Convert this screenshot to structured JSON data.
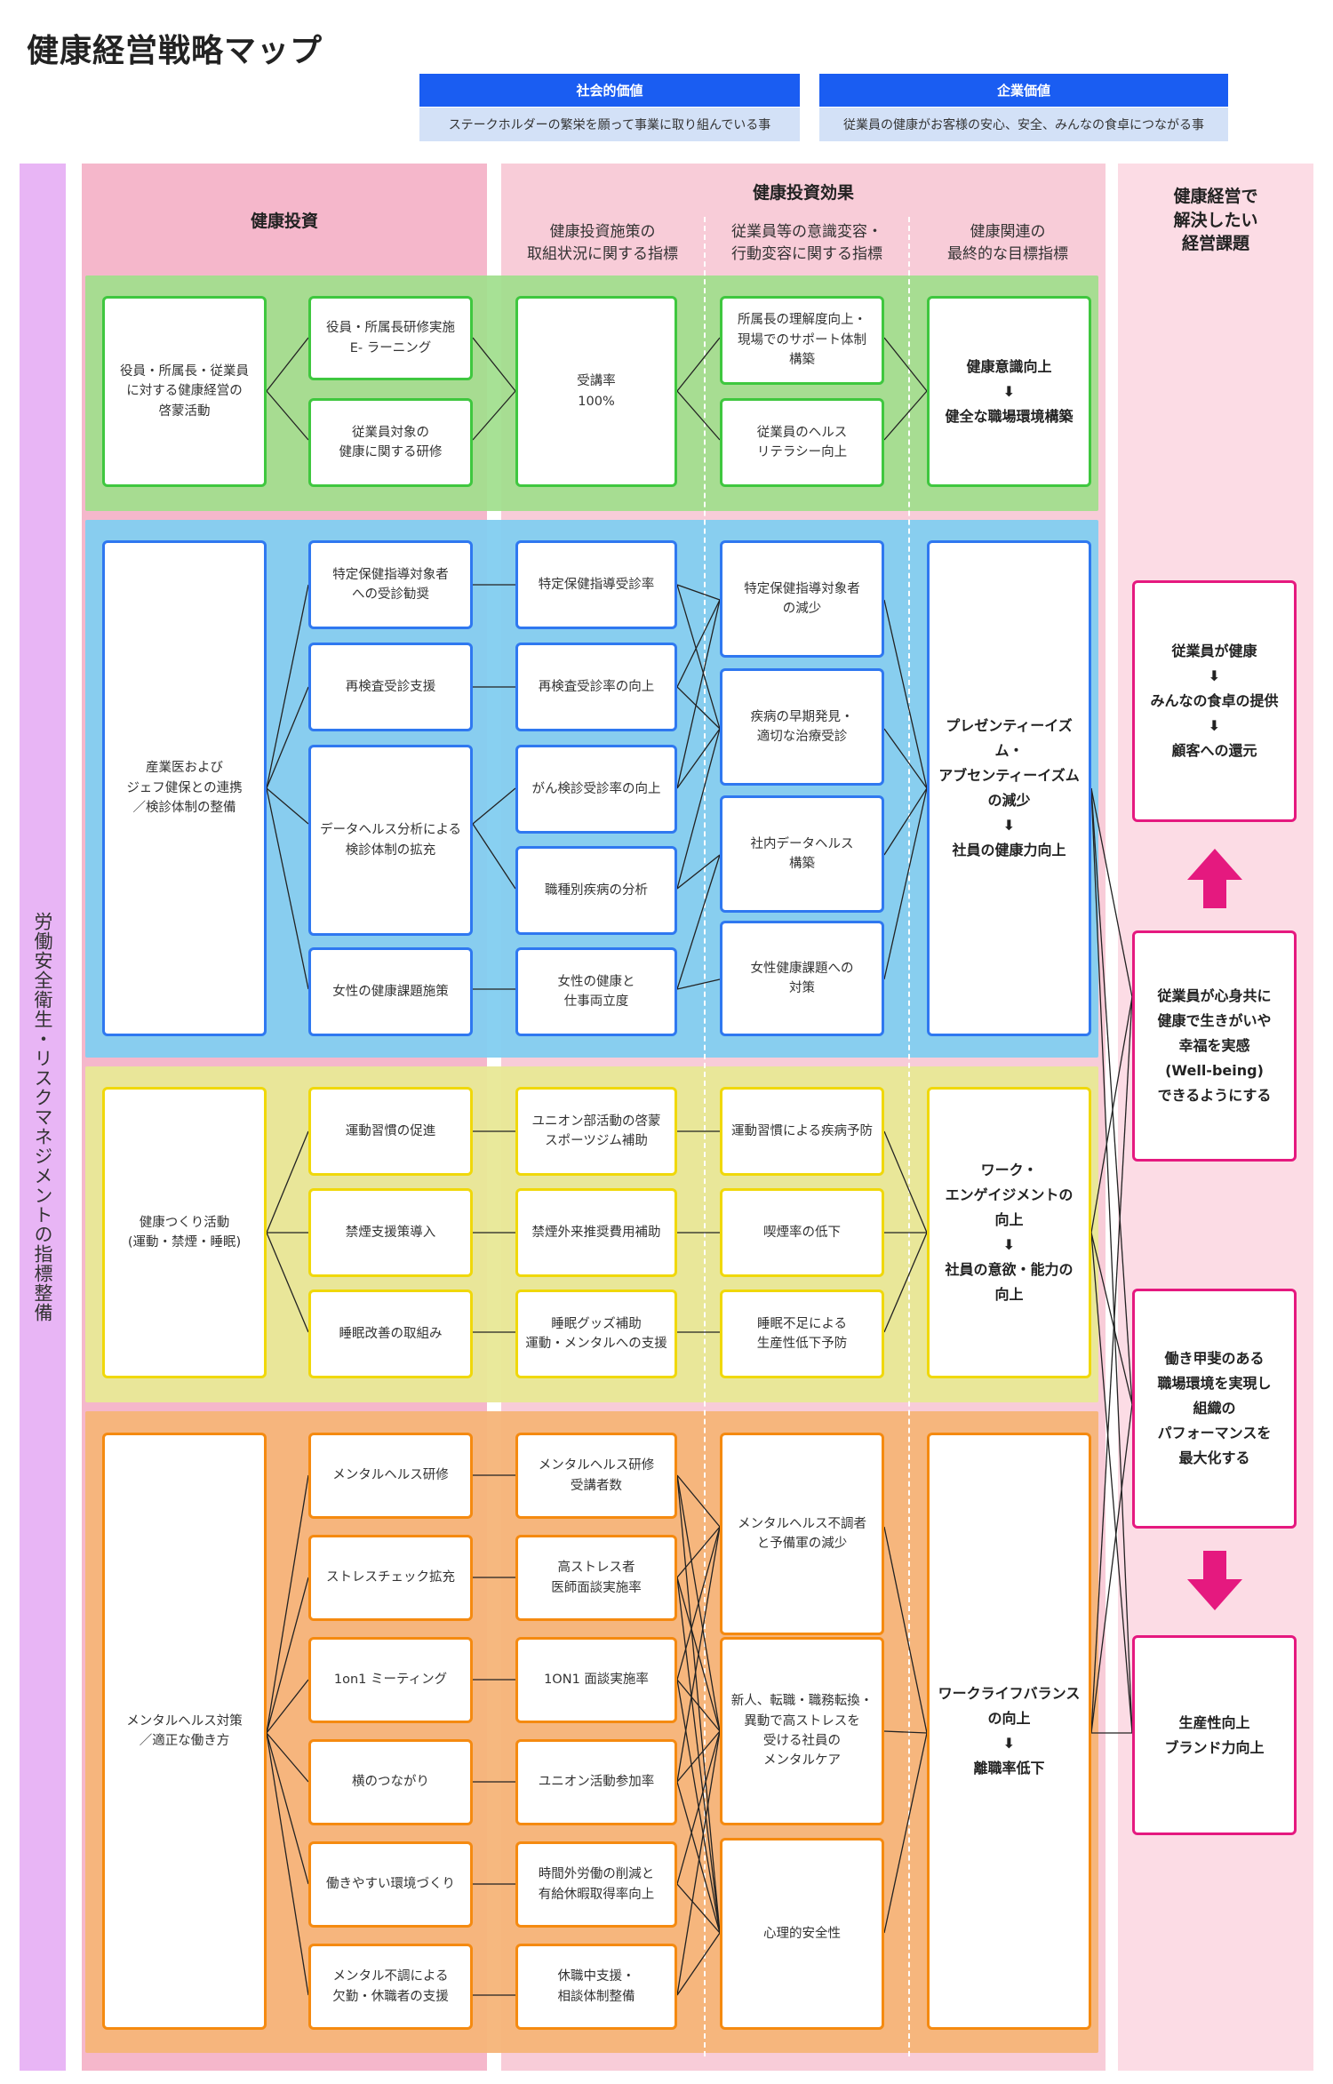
{
  "title": "健康経営戦略マップ",
  "values": {
    "social": {
      "label": "社会的価値",
      "text": "ステークホルダーの繁栄を願って事業に取り組んでいる事"
    },
    "corporate": {
      "label": "企業価値",
      "text": "従業員の健康がお客様の安心、安全、みんなの食卓につながる事"
    }
  },
  "left_band": "労働安全衛生・リスクマネジメントの指標整備",
  "headers": {
    "investment": "健康投資",
    "effect": "健康投資効果",
    "indicator1": "健康投資施策の\n取組状況に関する指標",
    "indicator2": "従業員等の意識変容・\n行動変容に関する指標",
    "indicator3": "健康関連の\n最終的な目標指標",
    "issues": "健康経営で\n解決したい\n経営課題"
  },
  "sections": {
    "green": {
      "main": "役員・所属長・従業員\nに対する健康経営の\n啓蒙活動",
      "measures": [
        "役員・所属長研修実施\nE- ラーニング",
        "従業員対象の\n健康に関する研修"
      ],
      "indicators": [
        "受講率\n100%"
      ],
      "changes": [
        "所属長の理解度向上・\n現場でのサポート体制\n構築",
        "従業員のヘルス\nリテラシー向上"
      ],
      "goal": "健康意識向上\n⬇\n健全な職場環境構築"
    },
    "blue": {
      "main": "産業医および\nジェフ健保との連携\n／検診体制の整備",
      "measures": [
        "特定保健指導対象者\nへの受診勧奨",
        "再検査受診支援",
        "データヘルス分析による\n検診体制の拡充",
        "女性の健康課題施策"
      ],
      "indicators": [
        "特定保健指導受診率",
        "再検査受診率の向上",
        "がん検診受診率の向上",
        "職種別疾病の分析",
        "女性の健康と\n仕事両立度"
      ],
      "changes": [
        "特定保健指導対象者\nの減少",
        "疾病の早期発見・\n適切な治療受診",
        "社内データヘルス\n構築",
        "女性健康課題への\n対策"
      ],
      "goal": "プレゼンティーイズム・\nアブセンティーイズム\nの減少\n⬇\n社員の健康力向上"
    },
    "yellow": {
      "main": "健康つくり活動\n(運動・禁煙・睡眠)",
      "measures": [
        "運動習慣の促進",
        "禁煙支援策導入",
        "睡眠改善の取組み"
      ],
      "indicators": [
        "ユニオン部活動の啓蒙\nスポーツジム補助",
        "禁煙外来推奨費用補助",
        "睡眠グッズ補助\n運動・メンタルへの支援"
      ],
      "changes": [
        "運動習慣による疾病予防",
        "喫煙率の低下",
        "睡眠不足による\n生産性低下予防"
      ],
      "goal": "ワーク・\nエンゲイジメントの\n向上\n⬇\n社員の意欲・能力の\n向上"
    },
    "orange": {
      "main": "メンタルヘルス対策\n／適正な働き方",
      "measures": [
        "メンタルヘルス研修",
        "ストレスチェック拡充",
        "1on1 ミーティング",
        "横のつながり",
        "働きやすい環境づくり",
        "メンタル不調による\n欠勤・休職者の支援"
      ],
      "indicators": [
        "メンタルヘルス研修\n受講者数",
        "高ストレス者\n医師面談実施率",
        "1ON1 面談実施率",
        "ユニオン活動参加率",
        "時間外労働の削減と\n有給休暇取得率向上",
        "休職中支援・\n相談体制整備"
      ],
      "changes": [
        "メンタルヘルス不調者\nと予備軍の減少",
        "新人、転職・職務転換・\n異動で高ストレスを\n受ける社員の\nメンタルケア",
        "心理的安全性"
      ],
      "goal": "ワークライフバランス\nの向上\n⬇\n離職率低下"
    }
  },
  "issues": [
    "従業員が健康\n⬇\nみんなの食卓の提供\n⬇\n顧客への還元",
    "従業員が心身共に\n健康で生きがいや\n幸福を実感\n(Well-being)\nできるようにする",
    "働き甲斐のある\n職場環境を実現し\n組織の\nパフォーマンスを\n最大化する",
    "生産性向上\nブランド力向上"
  ],
  "colors": {
    "green": "#3fc73f",
    "blue": "#2f78f0",
    "yellow": "#f0d80a",
    "orange": "#f58a10",
    "magenta": "#e5197f",
    "navy": "#1a5df2"
  }
}
